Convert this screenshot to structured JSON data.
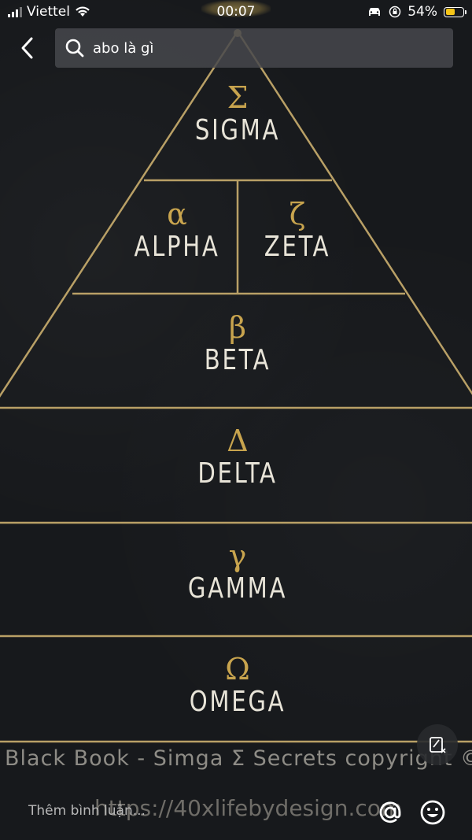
{
  "status_bar": {
    "carrier": "Viettel",
    "time": "00:07",
    "battery": "54%",
    "battery_level": 0.54,
    "battery_color": "#f5c518"
  },
  "search": {
    "query": "abo là gì",
    "back_icon": "chevron-left-icon",
    "search_icon": "magnifier-icon"
  },
  "pyramid": {
    "line_color": "#b9a066",
    "symbol_color": "#c8a44e",
    "tiers": [
      {
        "symbol": "Σ",
        "name": "SIGMA"
      },
      {
        "symbol": "α",
        "name": "ALPHA"
      },
      {
        "symbol": "ζ",
        "name": "ZETA"
      },
      {
        "symbol": "β",
        "name": "BETA"
      },
      {
        "symbol": "Δ",
        "name": "DELTA"
      },
      {
        "symbol": "γ",
        "name": "GAMMA"
      },
      {
        "symbol": "Ω",
        "name": "OMEGA"
      }
    ]
  },
  "footer": {
    "credit": "Black Book - Simga Σ  Secrets copyright ©",
    "url": "https://40xlifebydesign.com",
    "comment_placeholder": "Thêm bình luận...",
    "edit_icon": "edit-note-icon",
    "mention_icon": "at-icon",
    "emoji_icon": "smiley-icon"
  }
}
